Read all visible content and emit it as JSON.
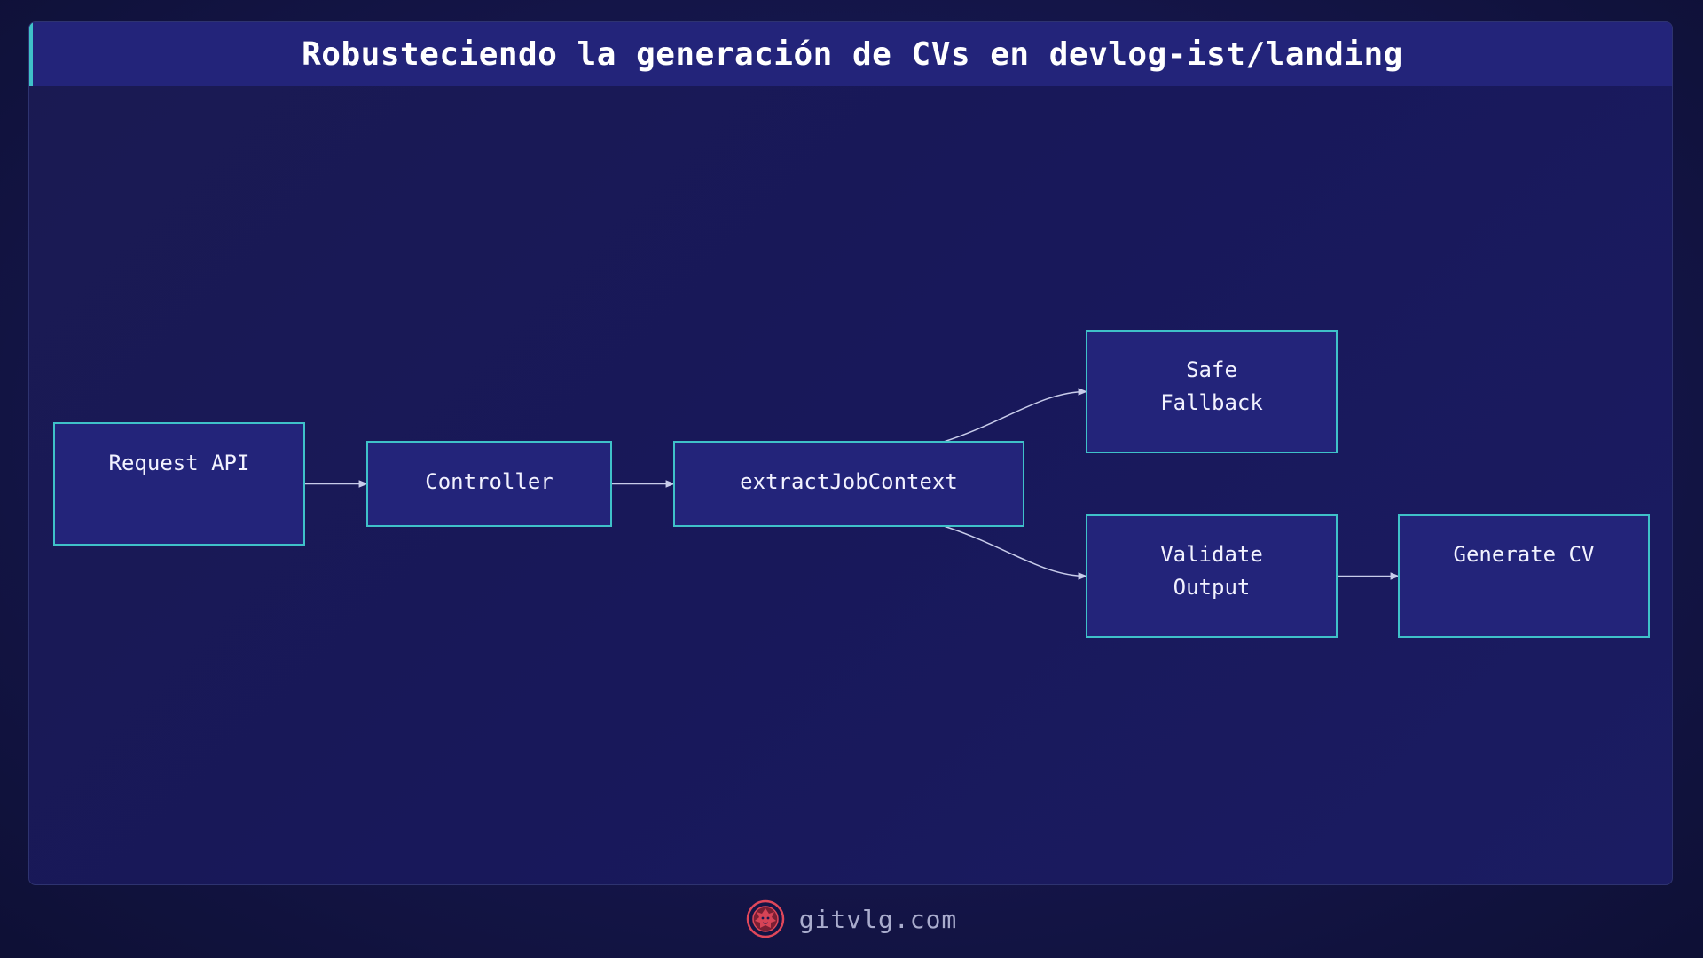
{
  "header": {
    "title": "Robusteciendo la generación de CVs en devlog-ist/landing"
  },
  "diagram": {
    "nodes": [
      {
        "id": "request_api",
        "lines": [
          "Request API"
        ]
      },
      {
        "id": "controller",
        "lines": [
          "Controller"
        ]
      },
      {
        "id": "extract",
        "lines": [
          "extractJobContext"
        ]
      },
      {
        "id": "safe_fallback",
        "lines": [
          "Safe",
          "Fallback"
        ]
      },
      {
        "id": "validate_output",
        "lines": [
          "Validate",
          "Output"
        ]
      },
      {
        "id": "generate_cv",
        "lines": [
          "Generate CV"
        ]
      }
    ],
    "edges": [
      {
        "from": "request_api",
        "to": "controller"
      },
      {
        "from": "controller",
        "to": "extract"
      },
      {
        "from": "extract",
        "to": "safe_fallback"
      },
      {
        "from": "extract",
        "to": "validate_output"
      },
      {
        "from": "validate_output",
        "to": "generate_cv"
      }
    ]
  },
  "footer": {
    "site": "gitvlg.com",
    "logo_icon": "lion-logo-icon"
  },
  "colors": {
    "background": "#141548",
    "title_bar": "#23247a",
    "node_fill": "#23247a",
    "node_border": "#3fc1c9",
    "edge": "#c8ccea",
    "logo": "#e0475a"
  }
}
